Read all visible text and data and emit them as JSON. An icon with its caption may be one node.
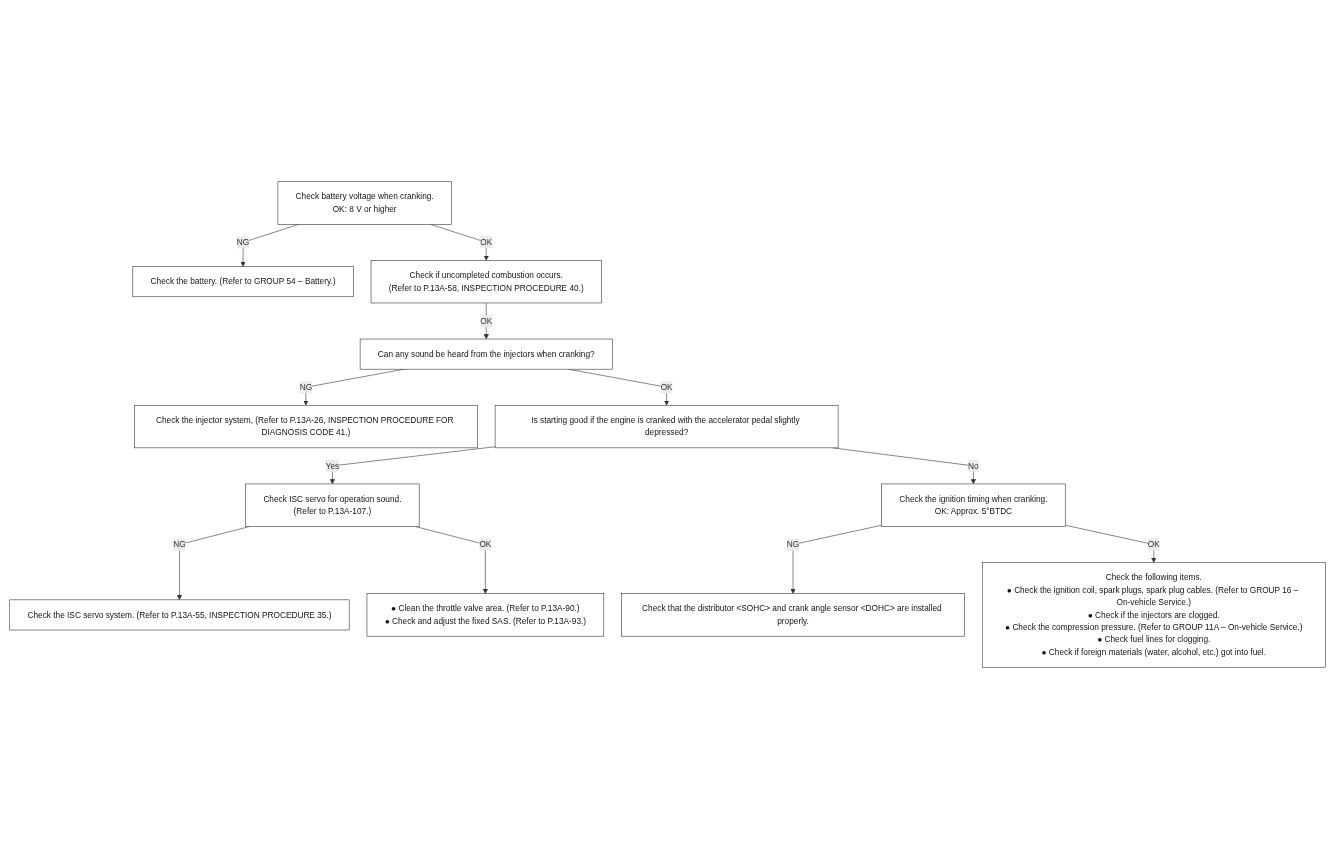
{
  "diagram": {
    "nodes": [
      {
        "text": [
          "Check battery voltage when cranking.",
          "OK: 8 V or higher"
        ]
      },
      {
        "text": [
          "Check the battery. (Refer to GROUP 54 – Battery.)"
        ]
      },
      {
        "text": [
          "Check if uncompleted combustion occurs.",
          "(Refer to P.13A-58, INSPECTION PROCEDURE 40.)"
        ]
      },
      {
        "text": [
          "Can any sound be heard from the injectors when cranking?"
        ]
      },
      {
        "text": [
          "Check the injector system, (Refer to P.13A-26, INSPECTION PROCEDURE FOR DIAGNOSIS CODE 41.)"
        ]
      },
      {
        "text": [
          "Is starting good if the engine is cranked with the accelerator pedal slightly depressed?"
        ]
      },
      {
        "text": [
          "Check ISC servo for operation sound.",
          "(Refer to P.13A-107.)"
        ]
      },
      {
        "text": [
          "Check the ISC servo system. (Refer to P.13A-55, INSPECTION PROCEDURE 35.)"
        ]
      },
      {
        "text": [
          "● Clean the throttle valve area. (Refer to P.13A-90.)",
          "● Check and adjust the fixed SAS. (Refer to P.13A-93.)"
        ]
      },
      {
        "text": [
          "Check the ignition timing when cranking.",
          "OK: Approx. 5°BTDC"
        ]
      },
      {
        "text": [
          "Check that the distributor <SOHC> and crank angle sensor <DOHC> are installed properly."
        ]
      },
      {
        "text": [
          "Check the following items.",
          "● Check the ignition coil, spark plugs, spark plug cables. (Refer to GROUP 16 – On-vehicle Service.)",
          "● Check if the injectors are clogged.",
          "● Check the compression pressure. (Refer to GROUP 11A – On-vehicle Service.)",
          "● Check fuel lines for clogging.",
          "● Check if foreign materials (water, alcohol, etc.) got into fuel."
        ]
      }
    ],
    "edges": [
      {
        "from": 0,
        "to": 1,
        "arrow": "to",
        "label": "NG"
      },
      {
        "from": 0,
        "to": 2,
        "arrow": "to",
        "label": "OK"
      },
      {
        "from": 2,
        "to": 3,
        "arrow": "to",
        "label": "OK"
      },
      {
        "from": 3,
        "to": 4,
        "arrow": "to",
        "label": "NG"
      },
      {
        "from": 3,
        "to": 5,
        "arrow": "to",
        "label": "OK"
      },
      {
        "from": 5,
        "to": 6,
        "arrow": "to",
        "label": "Yes"
      },
      {
        "from": 6,
        "to": 7,
        "arrow": "to",
        "label": "NG"
      },
      {
        "from": 6,
        "to": 8,
        "arrow": "to",
        "label": "OK"
      },
      {
        "from": 5,
        "to": 9,
        "arrow": "to",
        "label": "No"
      },
      {
        "from": 9,
        "to": 10,
        "arrow": "to",
        "label": "NG"
      },
      {
        "from": 9,
        "to": 11,
        "arrow": "to",
        "label": "OK"
      }
    ]
  }
}
